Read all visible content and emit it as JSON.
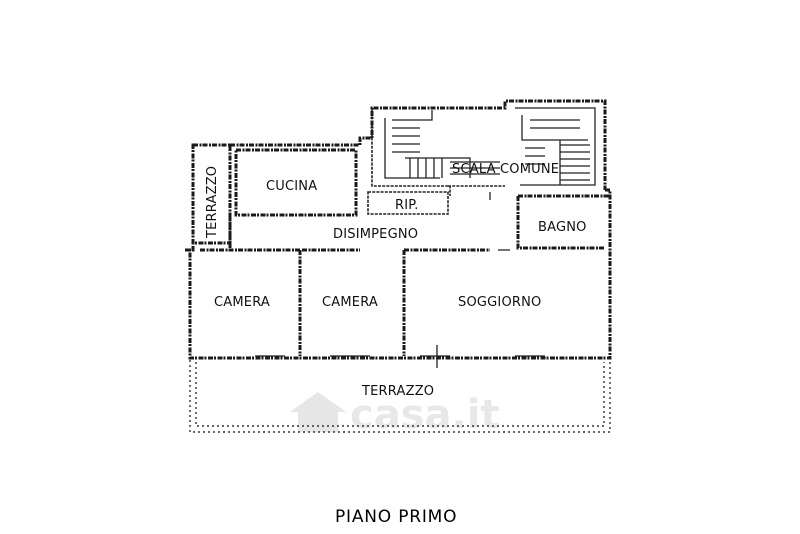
{
  "floor_plan": {
    "rooms": {
      "terrazzo_side": "TERRAZZO",
      "cucina": "CUCINA",
      "scala_comune": "SCALA COMUNE",
      "rip": "RIP.",
      "bagno": "BAGNO",
      "disimpegno": "DISIMPEGNO",
      "camera_1": "CAMERA",
      "camera_2": "CAMERA",
      "soggiorno": "SOGGIORNO",
      "terrazzo_front": "TERRAZZO"
    },
    "watermark": "casa.it",
    "caption": "PIANO PRIMO"
  }
}
